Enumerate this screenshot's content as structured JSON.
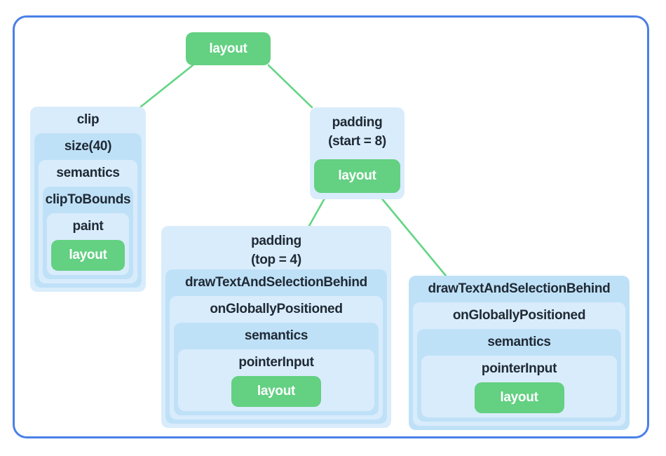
{
  "colors": {
    "node_green": "#63d082",
    "connector_green": "#62d583",
    "box_light_blue": "#d9ecfb",
    "box_mid_blue": "#bfe1f8",
    "frame_border_blue": "#4a80e8",
    "label_text": "#202a35",
    "leaf_text": "#ffffff"
  },
  "root": {
    "label": "layout"
  },
  "clip_tree": {
    "levels": [
      "clip",
      "size(40)",
      "semantics",
      "clipToBounds",
      "paint"
    ],
    "leaf": "layout"
  },
  "padding_start_node": {
    "title_line1": "padding",
    "title_line2": "(start = 8)",
    "leaf": "layout"
  },
  "padding_top_tree": {
    "title_line1": "padding",
    "title_line2": "(top = 4)",
    "levels": [
      "drawTextAndSelectionBehind",
      "onGloballyPositioned",
      "semantics",
      "pointerInput"
    ],
    "leaf": "layout"
  },
  "draw_text_tree": {
    "levels": [
      "drawTextAndSelectionBehind",
      "onGloballyPositioned",
      "semantics",
      "pointerInput"
    ],
    "leaf": "layout"
  }
}
